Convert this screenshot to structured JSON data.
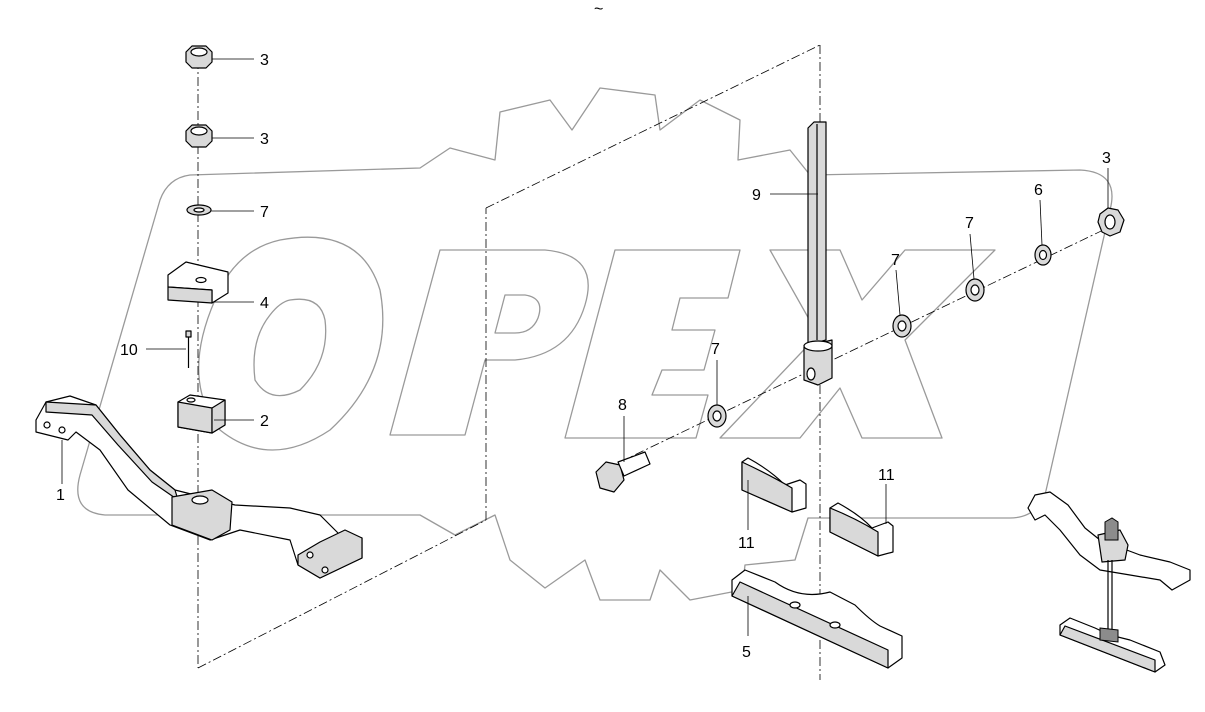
{
  "watermark": {
    "text": "OPEX",
    "color": "#9a9a9a"
  },
  "callouts": {
    "nut_top": "3",
    "nut_second": "3",
    "nut_right": "3",
    "washer_left": "7",
    "washer_a": "7",
    "washer_b": "7",
    "washer_c": "7",
    "washer_6": "6",
    "clamp_upper": "4",
    "clamp_lower": "2",
    "bolt_small": "10",
    "beam_left": "1",
    "base_plate": "5",
    "bolt_8": "8",
    "rod_9": "9",
    "pad_left": "11",
    "pad_right": "11"
  },
  "top_mark": "~"
}
